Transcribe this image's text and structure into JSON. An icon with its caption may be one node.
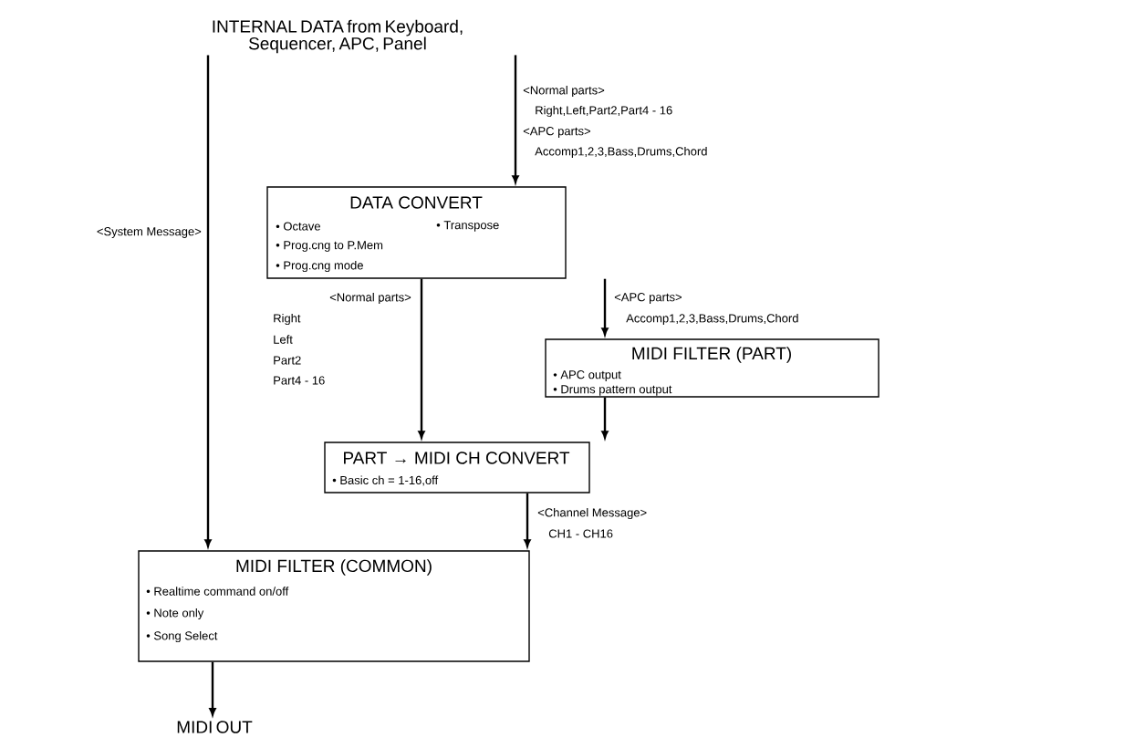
{
  "diagram": {
    "nodes": [
      {
        "text": [
          "INTERNAL DATA from Keyboard, Sequencer, APC, Panel"
        ]
      },
      {
        "text": [
          "DATA CONVERT",
          "• Octave",
          "• Prog.cng to P.Mem",
          "• Prog.cng mode",
          "• Transpose"
        ]
      },
      {
        "text": [
          "MIDI FILTER (PART)",
          "• APC output",
          "• Drums pattern output"
        ]
      },
      {
        "text": [
          "PART → MIDI CH CONVERT",
          "• Basic ch = 1-16,off"
        ]
      },
      {
        "text": [
          "MIDI FILTER (COMMON)",
          "• Realtime command on/off",
          "• Note only",
          "• Song Select"
        ]
      },
      {
        "text": [
          "MIDI OUT"
        ]
      }
    ],
    "edges": [
      {
        "from": 0,
        "to": 4,
        "arrow": "to",
        "label": "<System Message>"
      },
      {
        "from": 0,
        "to": 1,
        "arrow": "to",
        "label": "<Normal parts>"
      },
      {
        "from": 1,
        "to": 3,
        "arrow": "to",
        "label": "<Normal parts>"
      },
      {
        "from": 1,
        "to": 2,
        "arrow": "to",
        "label": "<APC parts>"
      },
      {
        "from": 2,
        "to": 3,
        "arrow": "to"
      },
      {
        "from": 3,
        "to": 4,
        "arrow": "to",
        "label": "<Channel Message>"
      },
      {
        "from": 4,
        "to": 5,
        "arrow": "to"
      }
    ],
    "labels": [
      "Right,Left,Part2,Part4 - 16",
      "<APC parts>",
      "Accomp1,2,3,Bass,Drums,Chord",
      "Right",
      "Left",
      "Part2",
      "Part4 - 16",
      "Accomp1,2,3,Bass,Drums,Chord",
      "CH1 - CH16"
    ]
  }
}
